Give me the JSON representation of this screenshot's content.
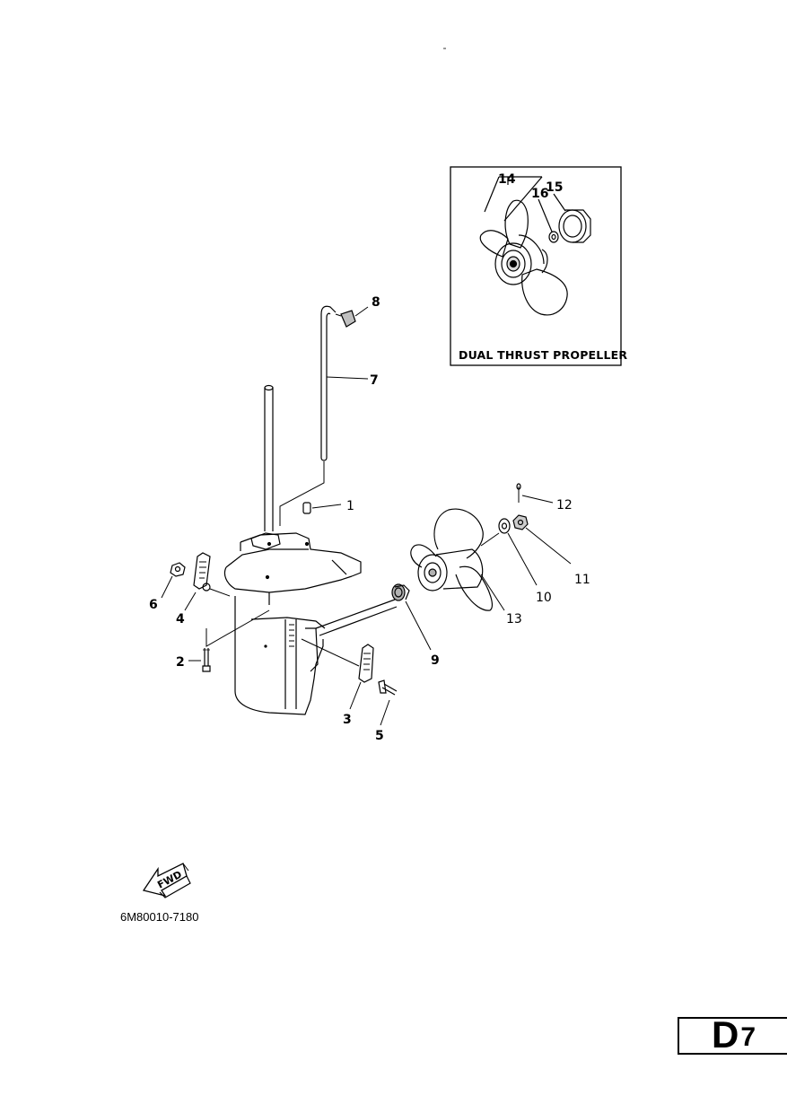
{
  "callouts": {
    "c1": "1",
    "c2": "2",
    "c3": "3",
    "c4": "4",
    "c5": "5",
    "c6": "6",
    "c7": "7",
    "c8": "8",
    "c9": "9",
    "c10": "10",
    "c11": "11",
    "c12": "12",
    "c13": "13",
    "c14": "14",
    "c15": "15",
    "c16": "16"
  },
  "inset": {
    "caption": "DUAL THRUST PROPELLER"
  },
  "fwd_arrow": {
    "label": "FWD"
  },
  "part_code": "6M80010-7180",
  "page_code": {
    "letter": "D",
    "number": "7"
  }
}
